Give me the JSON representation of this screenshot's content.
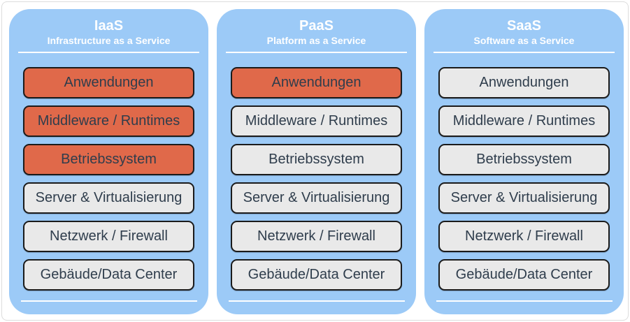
{
  "colors": {
    "column_bg": "#9CCAF7",
    "user_managed": "#E0694A",
    "provider_managed": "#E9E9E9",
    "box_border": "#1B1B1B",
    "box_text": "#2F3D4C",
    "header_text": "#FFFFFF",
    "divider": "#FFFFFF"
  },
  "columns": [
    {
      "id": "iaas",
      "title": "IaaS",
      "subtitle": "Infrastructure as a Service",
      "rows": [
        {
          "label": "Anwendungen",
          "highlighted": true
        },
        {
          "label": "Middleware / Runtimes",
          "highlighted": true
        },
        {
          "label": "Betriebssystem",
          "highlighted": true
        },
        {
          "label": "Server & Virtualisierung",
          "highlighted": false
        },
        {
          "label": "Netzwerk / Firewall",
          "highlighted": false
        },
        {
          "label": "Gebäude/Data Center",
          "highlighted": false
        }
      ]
    },
    {
      "id": "paas",
      "title": "PaaS",
      "subtitle": "Platform as a Service",
      "rows": [
        {
          "label": "Anwendungen",
          "highlighted": true
        },
        {
          "label": "Middleware / Runtimes",
          "highlighted": false
        },
        {
          "label": "Betriebssystem",
          "highlighted": false
        },
        {
          "label": "Server & Virtualisierung",
          "highlighted": false
        },
        {
          "label": "Netzwerk / Firewall",
          "highlighted": false
        },
        {
          "label": "Gebäude/Data Center",
          "highlighted": false
        }
      ]
    },
    {
      "id": "saas",
      "title": "SaaS",
      "subtitle": "Software as a Service",
      "rows": [
        {
          "label": "Anwendungen",
          "highlighted": false
        },
        {
          "label": "Middleware / Runtimes",
          "highlighted": false
        },
        {
          "label": "Betriebssystem",
          "highlighted": false
        },
        {
          "label": "Server & Virtualisierung",
          "highlighted": false
        },
        {
          "label": "Netzwerk / Firewall",
          "highlighted": false
        },
        {
          "label": "Gebäude/Data Center",
          "highlighted": false
        }
      ]
    }
  ]
}
